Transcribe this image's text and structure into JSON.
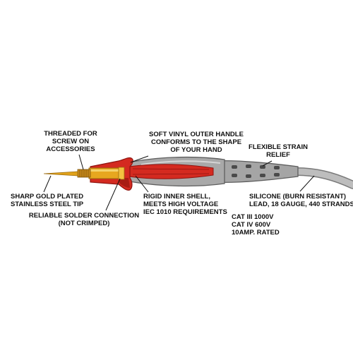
{
  "labels": {
    "threaded": [
      "THREADED FOR",
      "SCREW ON",
      "ACCESSORIES"
    ],
    "soft_vinyl": [
      "SOFT VINYL OUTER HANDLE",
      "CONFORMS TO THE SHAPE",
      "OF YOUR HAND"
    ],
    "flexible": [
      "FLEXIBLE STRAIN",
      "RELIEF"
    ],
    "sharp_tip": [
      "SHARP GOLD PLATED",
      "STAINLESS STEEL TIP"
    ],
    "rigid_shell": [
      "RIGID INNER SHELL,",
      "MEETS HIGH VOLTAGE",
      "IEC 1010 REQUIREMENTS"
    ],
    "silicone": [
      "SILICONE (BURN RESISTANT)",
      "LEAD, 18 GAUGE, 440 STRANDS"
    ],
    "solder": [
      "RELIABLE SOLDER CONNECTION",
      "(NOT CRIMPED)"
    ],
    "ratings": [
      "CAT III 1000V",
      "CAT IV 600V",
      "10AMP. RATED"
    ]
  },
  "colors": {
    "red": "#d42a20",
    "red_dark": "#8e1410",
    "gray": "#a9a9a9",
    "gray_dark": "#6f6f6f",
    "gold": "#e0a21a",
    "brass": "#c98b1c",
    "cable": "#b9b9b9"
  }
}
